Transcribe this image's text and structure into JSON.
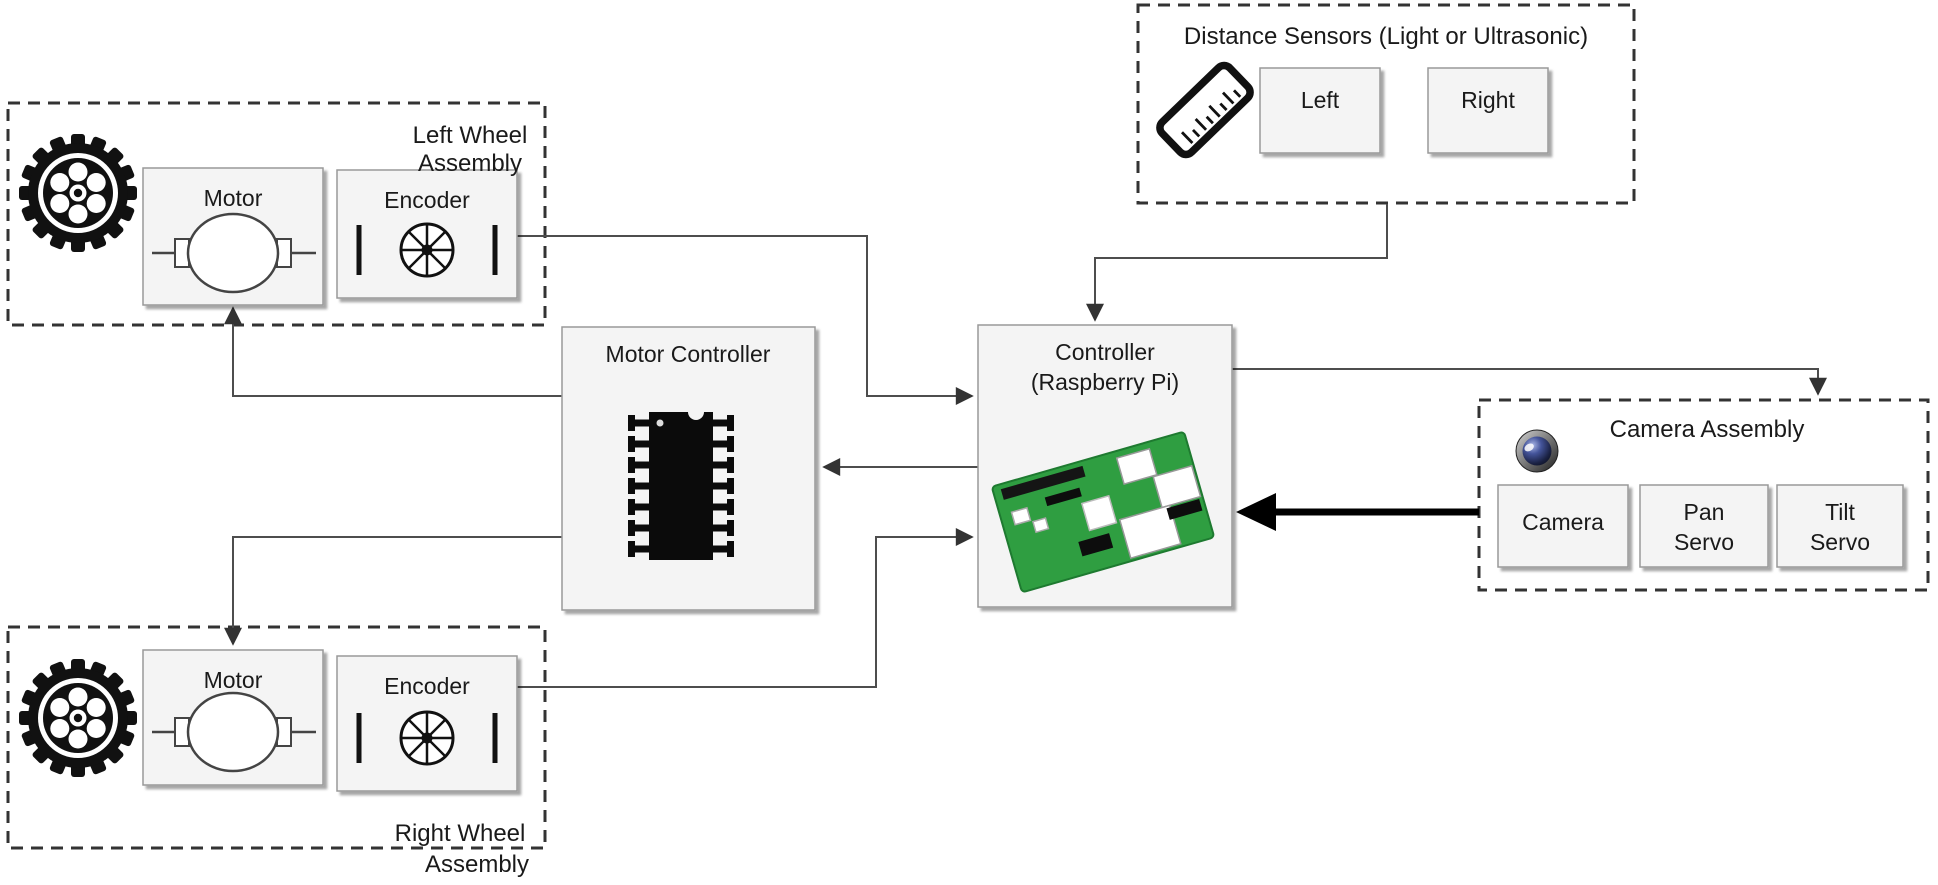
{
  "colors": {
    "line": "#4d4d4d",
    "dashed_border": "#333333",
    "box_fill": "#f4f4f4",
    "box_border": "#999999",
    "thick_arrow": "#000000",
    "pi_green": "#2f9e41",
    "text": "#1a1a1a"
  },
  "left_wheel": {
    "title_line1": "Left Wheel",
    "title_line2": "Assembly",
    "motor": "Motor",
    "encoder": "Encoder"
  },
  "right_wheel": {
    "title_line1": "Right Wheel",
    "title_line2": "Assembly",
    "motor": "Motor",
    "encoder": "Encoder"
  },
  "motor_controller": {
    "title": "Motor Controller"
  },
  "controller": {
    "title_line1": "Controller",
    "title_line2": "(Raspberry Pi)"
  },
  "distance_sensors": {
    "title": "Distance Sensors (Light or Ultrasonic)",
    "left": "Left",
    "right": "Right"
  },
  "camera_assembly": {
    "title": "Camera Assembly",
    "camera": "Camera",
    "pan_line1": "Pan",
    "pan_line2": "Servo",
    "tilt_line1": "Tilt",
    "tilt_line2": "Servo"
  }
}
